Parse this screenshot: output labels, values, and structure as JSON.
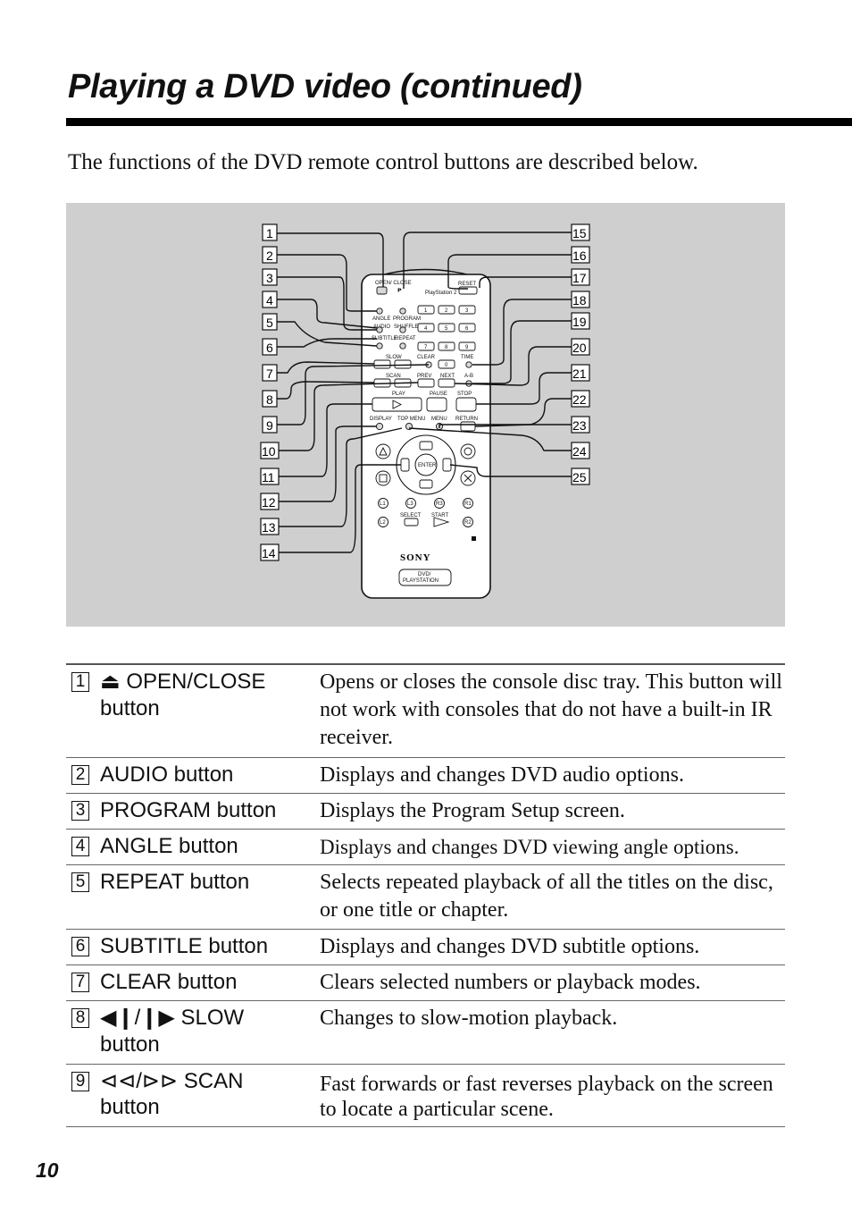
{
  "title": "Playing a DVD video (continued)",
  "intro": "The functions of the DVD remote control buttons are described below.",
  "figure": {
    "left_labels": [
      "1",
      "2",
      "3",
      "4",
      "5",
      "6",
      "7",
      "8",
      "9",
      "10",
      "11",
      "12",
      "13",
      "14"
    ],
    "right_labels": [
      "15",
      "16",
      "17",
      "18",
      "19",
      "20",
      "21",
      "22",
      "23",
      "24",
      "25"
    ],
    "remote": {
      "open_close": "OPEN/ CLOSE",
      "audio": "AUDIO",
      "shuffle": "SHUFFLE",
      "angle": "ANGLE",
      "program": "PROGRAM",
      "subtitle": "SUBTITLE",
      "repeat": "REPEAT",
      "reset": "RESET",
      "slow": "SLOW",
      "clear": "CLEAR",
      "time": "TIME",
      "scan": "SCAN",
      "prev": "PREV",
      "next": "NEXT",
      "ab": "A-B",
      "play": "PLAY",
      "pause": "PAUSE",
      "stop": "STOP",
      "display": "DISPLAY",
      "top_menu": "TOP MENU",
      "menu": "MENU",
      "return": "RETURN",
      "enter": "ENTER",
      "select": "SELECT",
      "start": "START",
      "l1": "L1",
      "l2": "L2",
      "l3": "L3",
      "r1": "R1",
      "r2": "R2",
      "r3": "R3",
      "digits": [
        "1",
        "2",
        "3",
        "4",
        "5",
        "6",
        "7",
        "8",
        "9",
        "0"
      ],
      "brand": "SONY",
      "logo": "PlayStation 2",
      "badge_line1": "DVD/",
      "badge_line2": "PLAYSTATION"
    }
  },
  "rows": [
    {
      "num": "1",
      "term": "⏏ OPEN/CLOSE button",
      "desc": "Opens or closes the console disc tray. This button will not work with consoles that do not have a built-in IR receiver."
    },
    {
      "num": "2",
      "term": "AUDIO button",
      "desc": "Displays and changes DVD audio options."
    },
    {
      "num": "3",
      "term": "PROGRAM button",
      "desc": "Displays the Program Setup screen."
    },
    {
      "num": "4",
      "term": "ANGLE button",
      "desc": "Displays and changes DVD viewing angle options."
    },
    {
      "num": "5",
      "term": "REPEAT button",
      "desc": "Selects repeated playback of all the titles on the disc, or one title or chapter."
    },
    {
      "num": "6",
      "term": "SUBTITLE button",
      "desc": "Displays and changes DVD subtitle options."
    },
    {
      "num": "7",
      "term": "CLEAR button",
      "desc": "Clears selected numbers or playback modes."
    },
    {
      "num": "8",
      "term": "◀❙/❙▶ SLOW button",
      "desc": "Changes to slow-motion playback."
    },
    {
      "num": "9",
      "term": "⊲⊲/⊳⊳ SCAN button",
      "desc": "Fast forwards or fast reverses playback on the screen to locate a particular scene."
    }
  ],
  "page_number": "10"
}
